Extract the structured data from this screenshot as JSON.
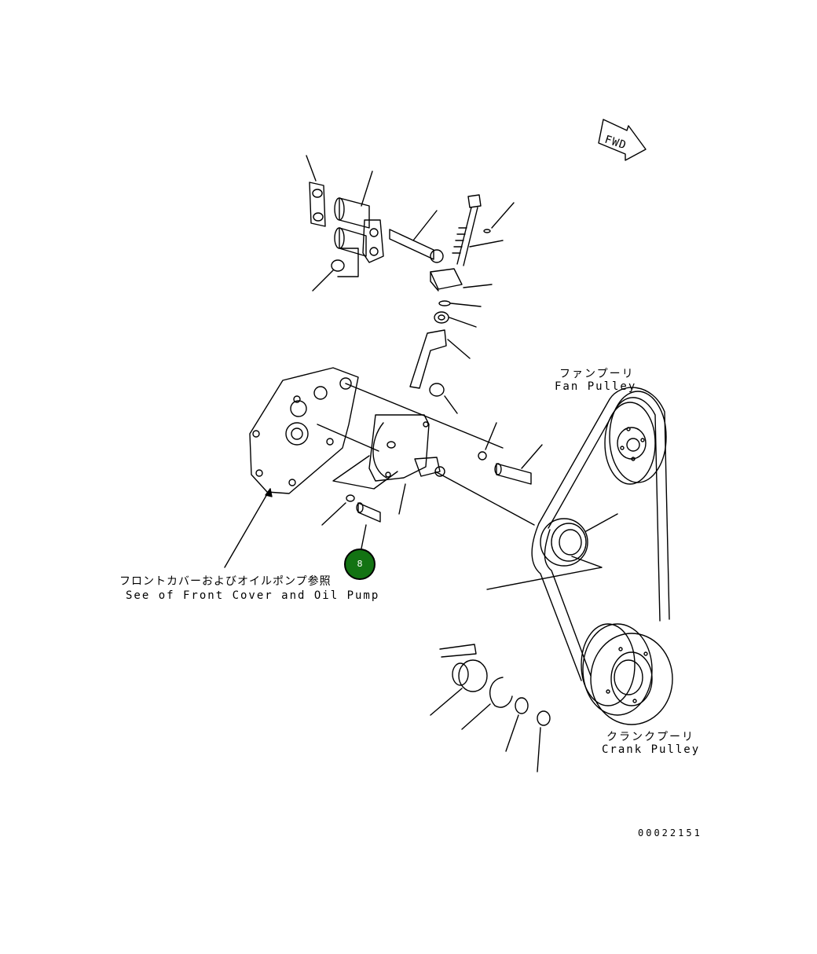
{
  "labels": {
    "fan_pulley_jp": "ファンプーリ",
    "fan_pulley_en": "Fan Pulley",
    "crank_pulley_jp": "クランクプーリ",
    "crank_pulley_en": "Crank Pulley",
    "front_cover_jp": "フロントカバーおよびオイルポンプ参照",
    "front_cover_en": "See of Front Cover and Oil Pump",
    "fwd": "FWD",
    "drawing_number": "00022151"
  },
  "callout": {
    "number": "8",
    "color": "#137313"
  }
}
